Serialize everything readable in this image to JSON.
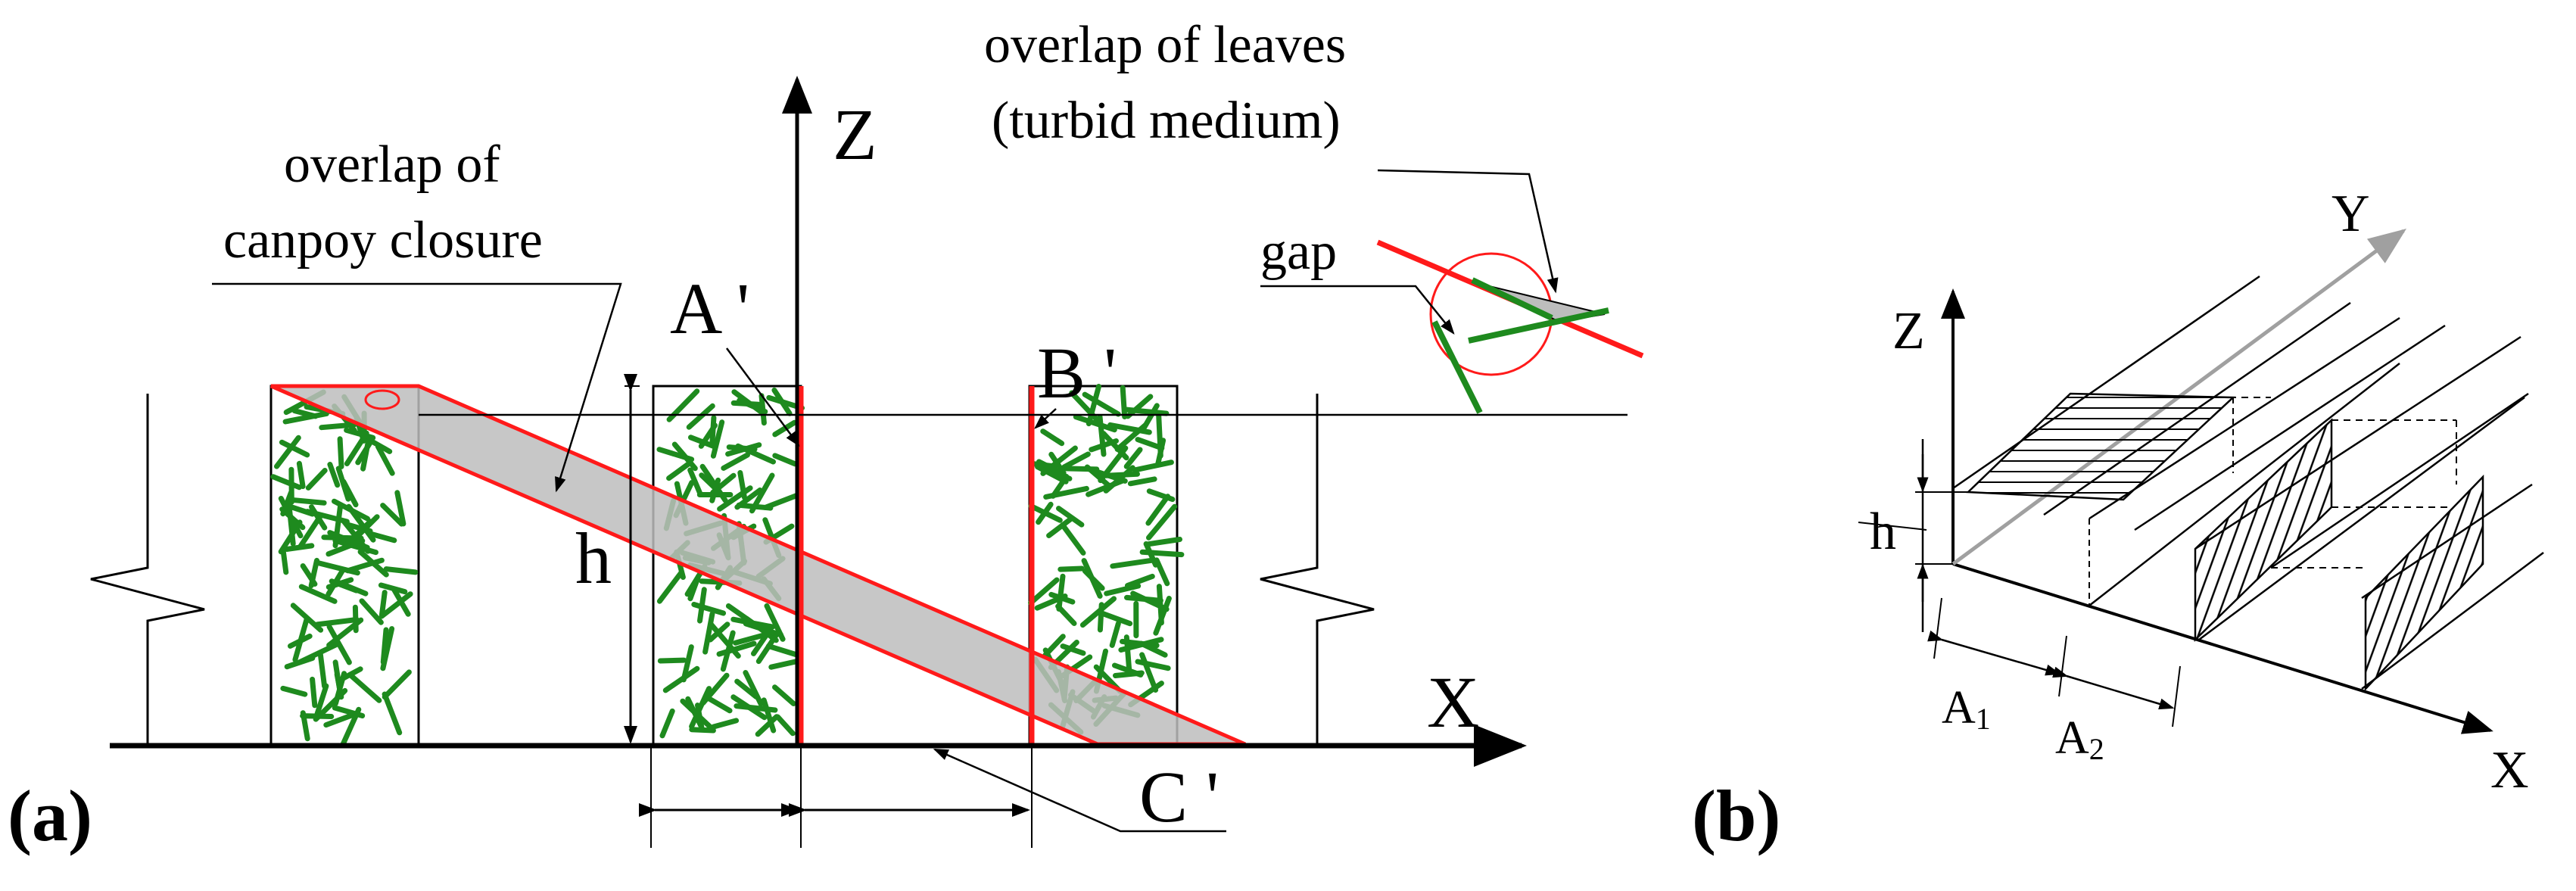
{
  "panel_a": {
    "panel_label": "(a)",
    "axis_z": "Z",
    "axis_x": "X",
    "label_overlap_canopy_line1": "overlap of",
    "label_overlap_canopy_line2": "canpoy closure",
    "label_overlap_leaves_line1": "overlap of leaves",
    "label_overlap_leaves_line2": "(turbid medium)",
    "label_gap": "gap",
    "label_a_prime": "A '",
    "label_b_prime": "B '",
    "label_c_prime": "C '",
    "label_h": "h"
  },
  "panel_b": {
    "panel_label": "(b)",
    "axis_z": "Z",
    "axis_y": "Y",
    "axis_x": "X",
    "label_h": "h",
    "label_a1_main": "A",
    "label_a1_sub": "1",
    "label_a2_main": "A",
    "label_a2_sub": "2"
  },
  "colors": {
    "leaf_green": "#1e8a1e",
    "shade_gray": "#c0c0c0",
    "highlight_red": "#ff1a1a",
    "line_black": "#000000",
    "y_axis_gray": "#a0a0a0"
  }
}
